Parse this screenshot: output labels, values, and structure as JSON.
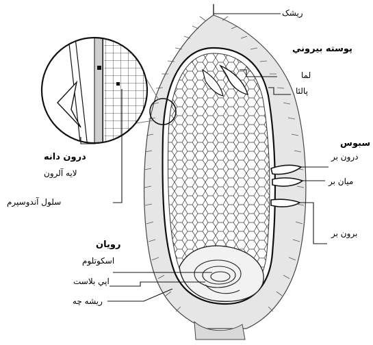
{
  "labels": {
    "awn": "ریشک",
    "outer_shell": "پوسته بیروني",
    "lemma": "لما",
    "palea": "پالئا",
    "bran": "سبوس",
    "inner_layer": "درون بر",
    "middle_layer": "میان بر",
    "outer_layer": "برون بر",
    "inner_grain": "درون دانه",
    "aleurone_layer": "لایه آلرون",
    "endosperm_cell": "سلول آندوسپرم",
    "embryo": "رویان",
    "scutellum": "اسکوتلوم",
    "epiblast": "اپي بلاست",
    "radicle": "ریشه چه"
  },
  "colors": {
    "ink": "#111111",
    "husk": "#d9d9d9",
    "cells": "#f7f7f7"
  }
}
